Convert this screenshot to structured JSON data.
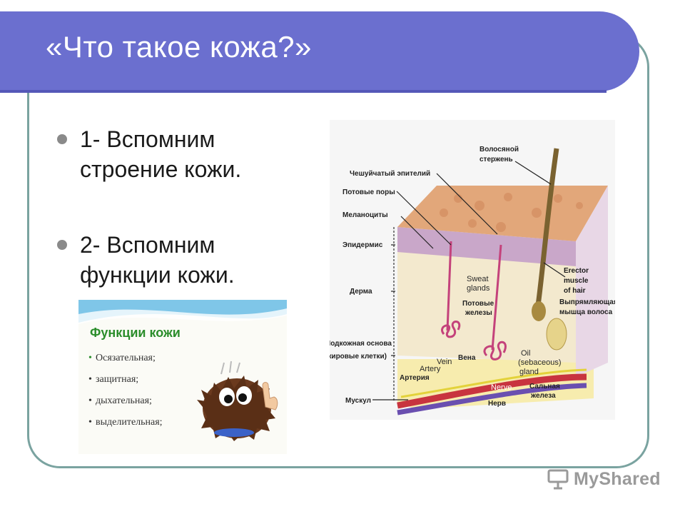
{
  "slide": {
    "title": "«Что такое кожа?»",
    "bullets": [
      {
        "line1": "1- Вспомним",
        "line2": "строение кожи."
      },
      {
        "line1": "2- Вспомним",
        "line2": "функции кожи."
      }
    ]
  },
  "card": {
    "title": "Функции кожи",
    "items": [
      "Осязательная;",
      "защитная;",
      "дыхательная;",
      "выделительная;"
    ]
  },
  "diagram": {
    "labels_left": [
      "Чешуйчатый эпителий",
      "Потовые поры",
      "Меланоциты",
      "Эпидермис",
      "Дерма",
      "Подкожная основа",
      "(жировые клетки)",
      "Мускул"
    ],
    "labels_top": [
      "Волосяной",
      "стержень"
    ],
    "labels_right": [
      "Erector",
      "muscle",
      "of hair",
      "Выпрямляющая",
      "мышца волоса"
    ],
    "labels_inner": [
      "Sweat",
      "glands",
      "Потовые",
      "железы",
      "Oil",
      "(sebaceous)",
      "gland",
      "Vein",
      "Вена",
      "Artery",
      "Артерия",
      "Nerve",
      "Нерв",
      "Сальная",
      "железа"
    ]
  },
  "watermark": {
    "text": "MyShared"
  }
}
